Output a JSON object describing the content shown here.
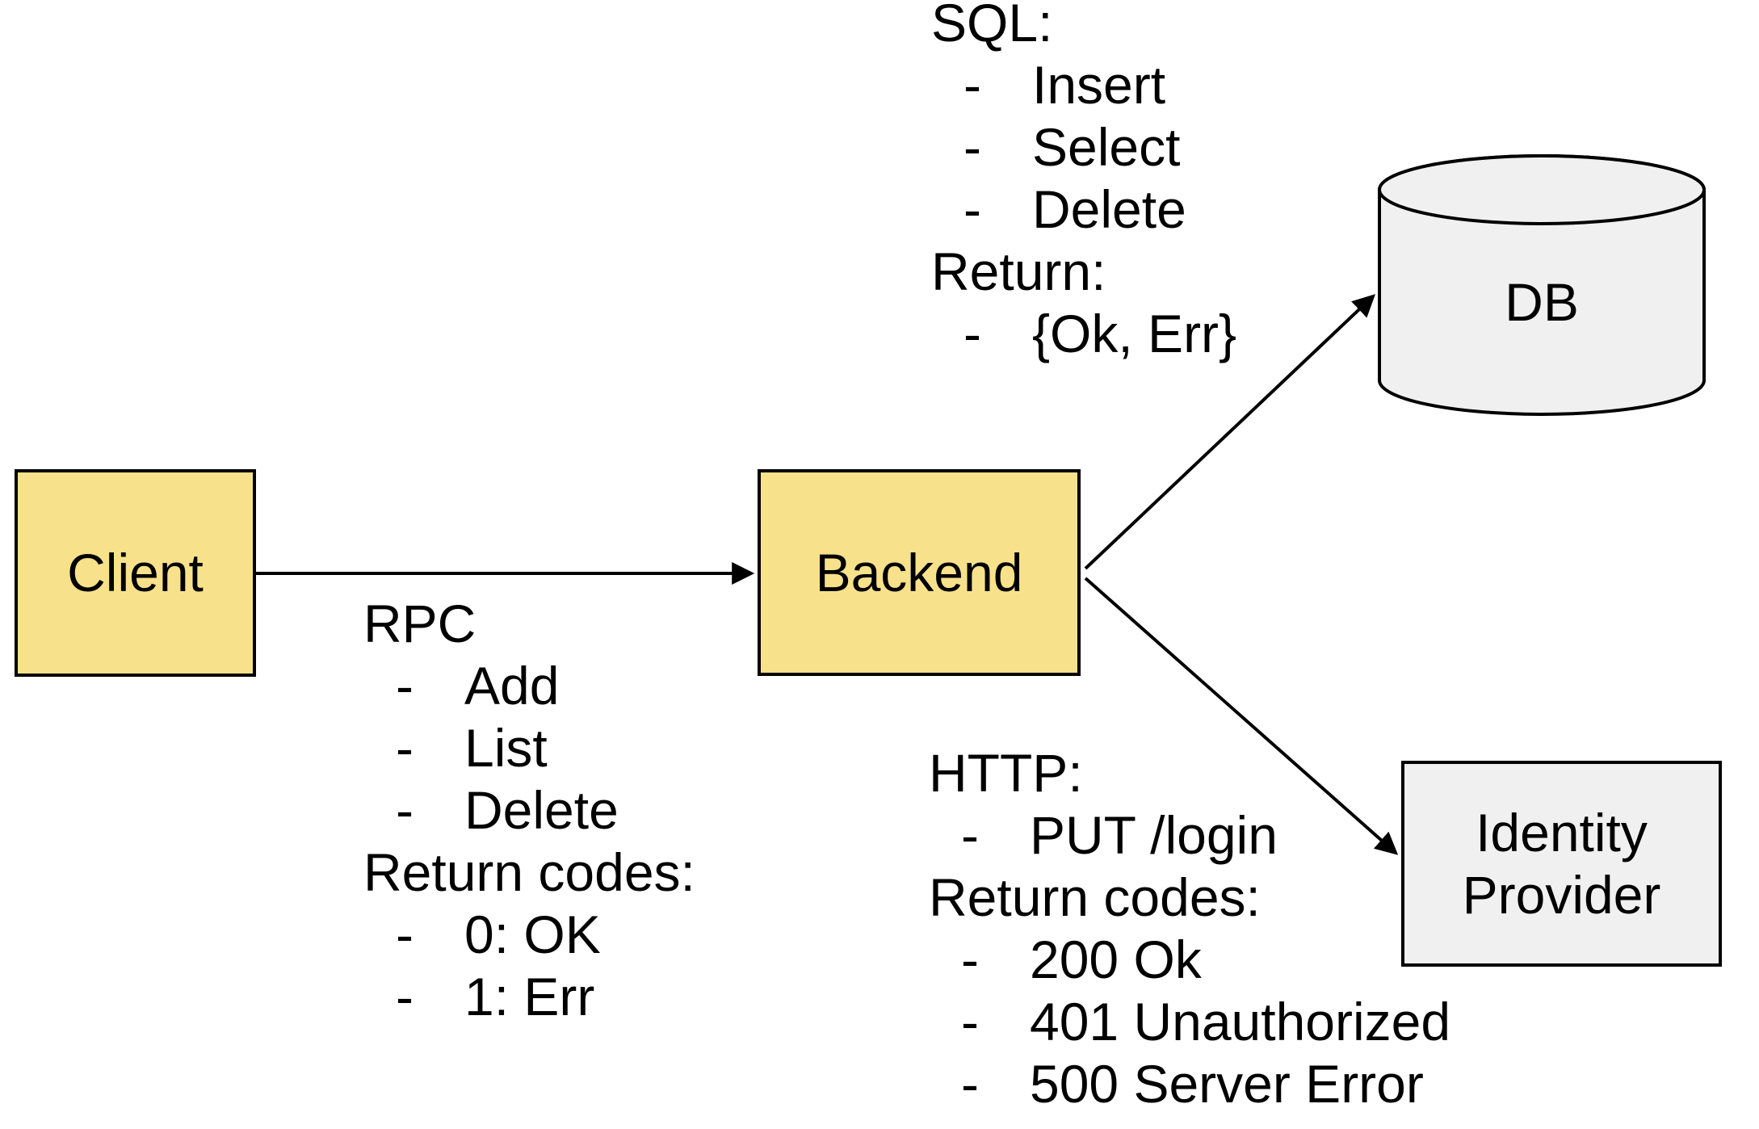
{
  "diagram": {
    "bullet": "-",
    "nodes": {
      "client": {
        "label": "Client",
        "shape": "rect",
        "fill": "yellow"
      },
      "backend": {
        "label": "Backend",
        "shape": "rect",
        "fill": "yellow"
      },
      "db": {
        "label": "DB",
        "shape": "cylinder",
        "fill": "gray"
      },
      "identity_provider": {
        "label": "Identity Provider",
        "shape": "rect",
        "fill": "gray"
      }
    },
    "edges": [
      {
        "from": "Client",
        "to": "Backend"
      },
      {
        "from": "Backend",
        "to": "DB"
      },
      {
        "from": "Backend",
        "to": "Identity Provider"
      }
    ],
    "annotations": {
      "sql": {
        "title": "SQL:",
        "items": [
          "Insert",
          "Select",
          "Delete"
        ],
        "return_title": "Return:",
        "return_items": [
          "{Ok, Err}"
        ]
      },
      "rpc": {
        "title": "RPC",
        "items": [
          "Add",
          "List",
          "Delete"
        ],
        "return_title": "Return codes:",
        "return_items": [
          "0: OK",
          "1: Err"
        ]
      },
      "http": {
        "title": "HTTP:",
        "items": [
          "PUT /login"
        ],
        "return_title": "Return codes:",
        "return_items": [
          "200 Ok",
          "401 Unauthorized",
          "500 Server Error"
        ]
      }
    },
    "colors": {
      "node_fill_yellow": "#F7E18B",
      "node_fill_gray": "#F0F0F0",
      "stroke": "#000000",
      "text": "#000000",
      "background": "#FFFFFF"
    }
  }
}
